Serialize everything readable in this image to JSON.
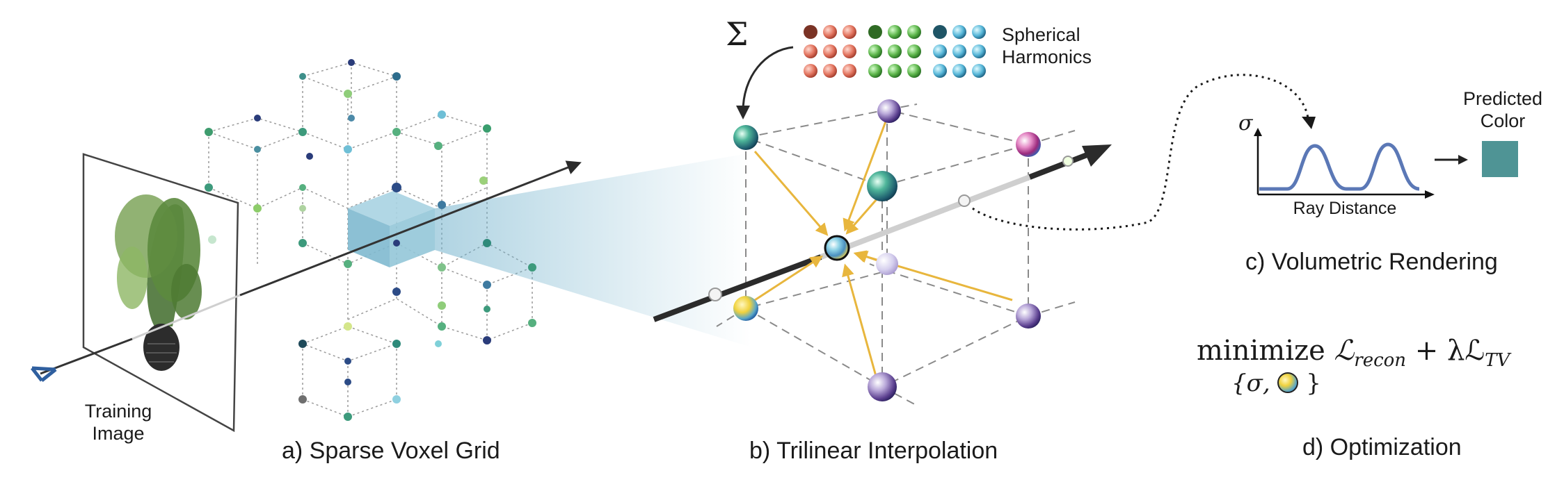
{
  "labels": {
    "training_image": [
      "Training",
      "Image"
    ],
    "sparse_voxel_grid": "a) Sparse Voxel Grid",
    "trilinear": "b) Trilinear Interpolation",
    "volumetric": "c) Volumetric Rendering",
    "optimization": "d) Optimization",
    "spherical": [
      "Spherical",
      "Harmonics"
    ],
    "predicted": [
      "Predicted",
      "Color"
    ],
    "ray_distance": "Ray Distance",
    "sigma": "σ",
    "sum": "Σ"
  },
  "formula": {
    "minimize": "minimize",
    "L_recon": "ℒ",
    "recon_sub": "recon",
    "plus": "+ λℒ",
    "tv_sub": "TV",
    "constraint_open": "{σ,",
    "constraint_close": "}"
  },
  "colors": {
    "predicted_color": "#4f9495",
    "curve": "#5b78b6",
    "arrow_yellow": "#e8b63d",
    "voxel_cube": "#7fb9cf",
    "camera": "#2f5f9f"
  }
}
